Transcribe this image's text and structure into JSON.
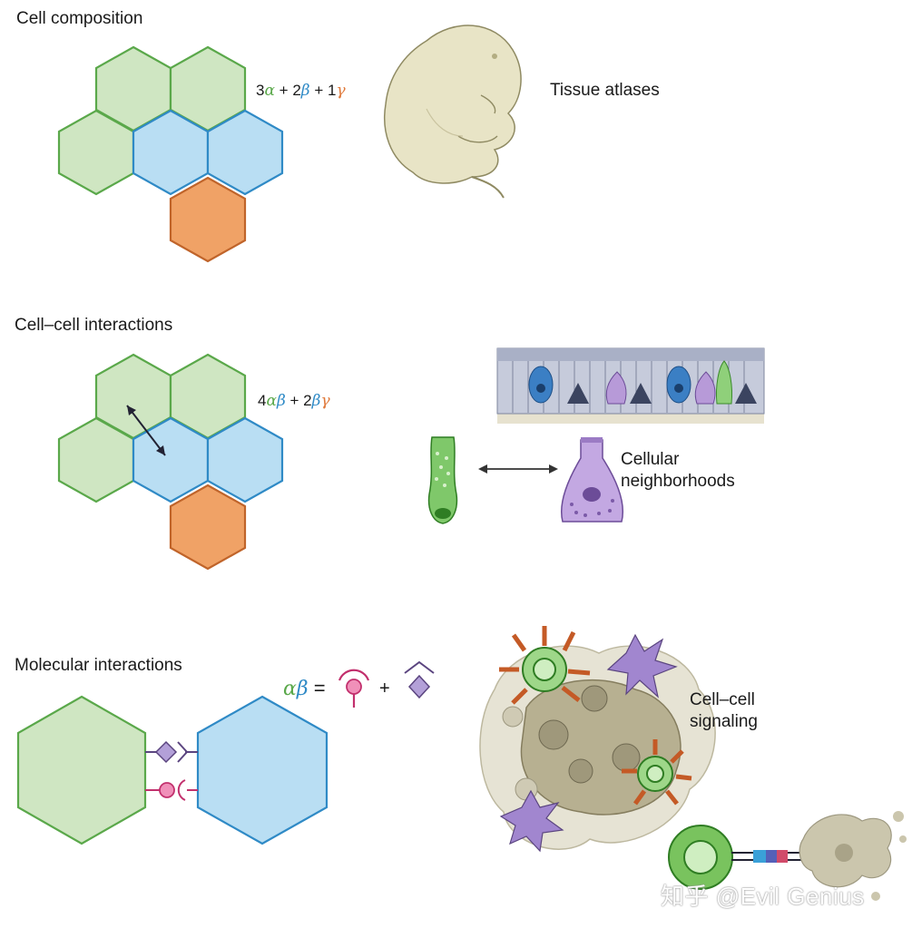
{
  "sections": {
    "composition": {
      "title": "Cell composition",
      "formula": {
        "c1": "3",
        "g1": "α",
        "p1": " + 2",
        "g2": "β",
        "p2": " + 1",
        "g3": "γ"
      },
      "side_label": "Tissue atlases"
    },
    "interactions": {
      "title": "Cell–cell interactions",
      "formula": {
        "c1": "4",
        "g1": "α",
        "g2": "β",
        "p1": " + 2",
        "g3": "β",
        "g4": "γ"
      },
      "side_label_line1": "Cellular",
      "side_label_line2": "neighborhoods"
    },
    "molecular": {
      "title": "Molecular interactions",
      "formula": {
        "g1": "α",
        "g2": "β",
        "eq": " = ",
        "plus": "+"
      },
      "side_label_line1": "Cell–cell",
      "side_label_line2": "signaling"
    }
  },
  "colors": {
    "alpha": "#5aa84a",
    "beta": "#2f8ac6",
    "gamma": "#e07a3c",
    "green_fill": "#cfe6c2",
    "blue_fill": "#b9def3",
    "orange_fill": "#f0a266",
    "pink": "#c2306d",
    "purple": "#9b7bc4"
  },
  "watermark": "知乎 @Evil Genius"
}
